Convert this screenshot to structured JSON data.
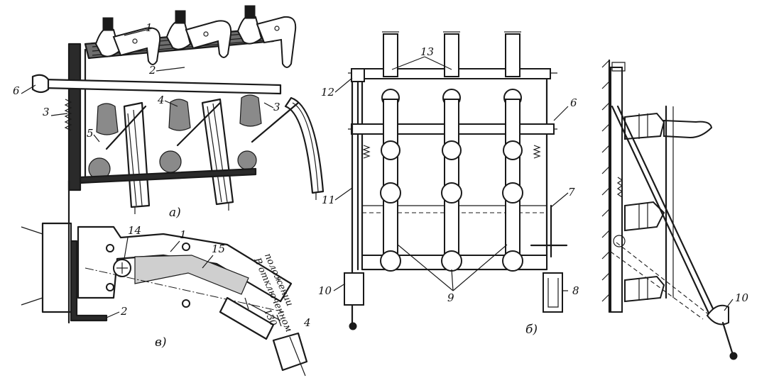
{
  "panels": {
    "a": {
      "caption": "а)",
      "labels": [
        "1",
        "2",
        "3",
        "3",
        "4",
        "5",
        "6"
      ]
    },
    "b": {
      "caption": "б)",
      "labels": [
        "13",
        "12",
        "6",
        "11",
        "7",
        "10",
        "9",
        "8"
      ]
    },
    "v": {
      "caption": "в)",
      "labels": [
        "14",
        "1",
        "15",
        "2",
        "4"
      ],
      "note_line1": "В отключенном",
      "note_line2": "положении",
      "dimension": "130"
    },
    "g": {
      "labels": [
        "10"
      ]
    }
  }
}
